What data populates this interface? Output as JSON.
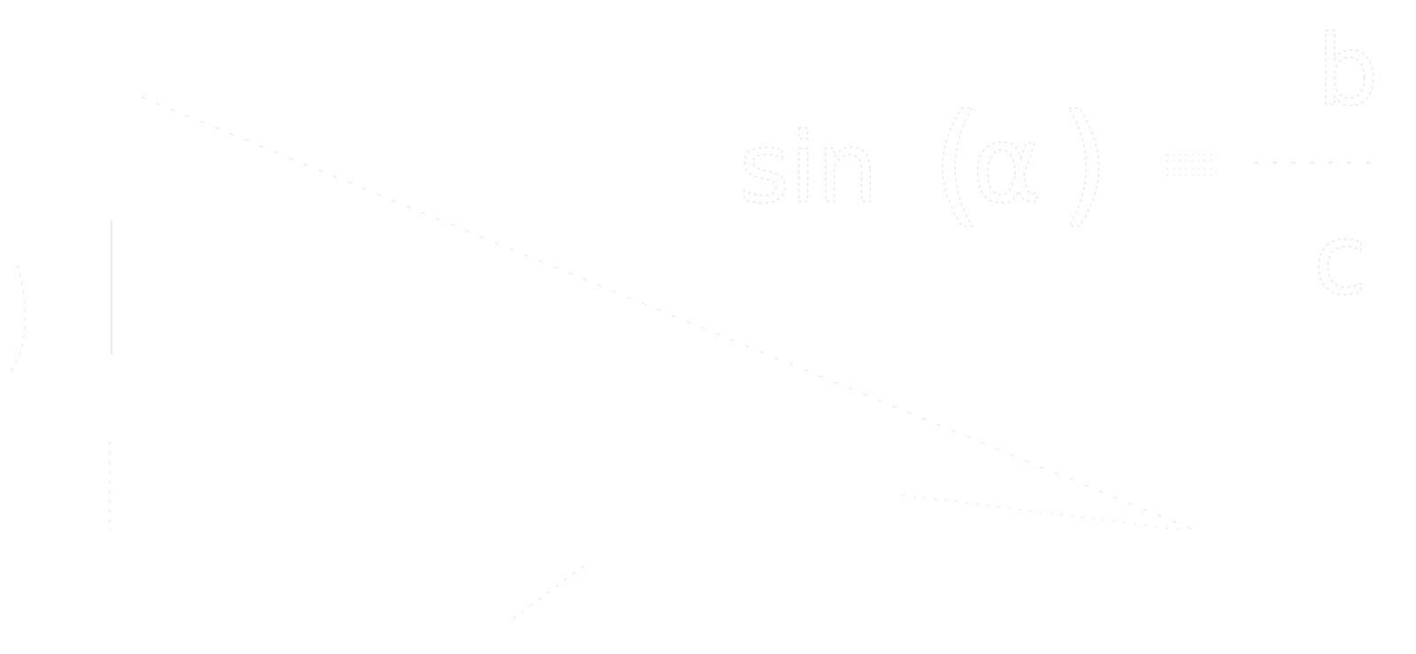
{
  "formula": {
    "function_text": "sin",
    "open_paren": "(",
    "argument": "α",
    "close_paren": ")",
    "equals_text": "=",
    "partial_right": "b",
    "partial_right_lower": "c"
  },
  "colors": {
    "background": "#ffffff",
    "ghost_stroke": "#e4e4e4"
  }
}
